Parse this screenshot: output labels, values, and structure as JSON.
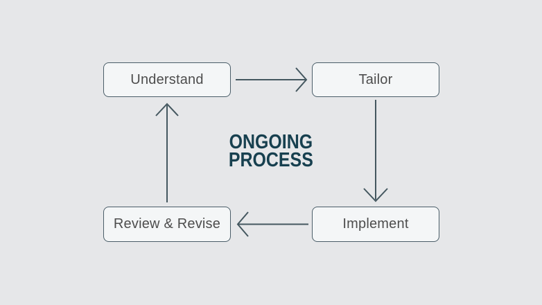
{
  "diagram": {
    "title_lines": [
      "ONGOING",
      "PROCESS"
    ],
    "nodes": [
      {
        "id": "understand",
        "label": "Understand"
      },
      {
        "id": "tailor",
        "label": "Tailor"
      },
      {
        "id": "implement",
        "label": "Implement"
      },
      {
        "id": "review-revise",
        "label": "Review & Revise"
      }
    ],
    "edges": [
      {
        "from": "understand",
        "to": "tailor",
        "direction": "right"
      },
      {
        "from": "tailor",
        "to": "implement",
        "direction": "down"
      },
      {
        "from": "implement",
        "to": "review-revise",
        "direction": "left"
      },
      {
        "from": "review-revise",
        "to": "understand",
        "direction": "up"
      }
    ],
    "colors": {
      "background": "#e6e7e9",
      "node_fill": "#f4f6f7",
      "node_border": "#4a5d68",
      "node_text": "#4d4d4d",
      "arrow": "#44575f",
      "title_text": "#17404f"
    }
  }
}
